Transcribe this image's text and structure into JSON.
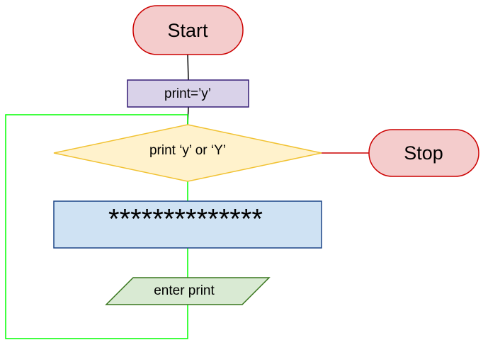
{
  "diagram": {
    "type": "flowchart",
    "nodes": {
      "start": {
        "label": "Start",
        "shape": "terminator",
        "fill": "#f4cccc",
        "stroke": "#cc0000"
      },
      "assign": {
        "label": "print=’y’",
        "shape": "process",
        "fill": "#d9d2e9",
        "stroke": "#351c75"
      },
      "decision": {
        "label": "print ‘y’ or ‘Y’",
        "shape": "decision",
        "fill": "#fff2cc",
        "stroke": "#f1c232"
      },
      "stars": {
        "label": "**************",
        "shape": "process",
        "fill": "#cfe2f3",
        "stroke": "#1c4587"
      },
      "input": {
        "label": "enter print",
        "shape": "data",
        "fill": "#d9ead3",
        "stroke": "#38761d"
      },
      "stop": {
        "label": "Stop",
        "shape": "terminator",
        "fill": "#f4cccc",
        "stroke": "#cc0000"
      }
    },
    "edges": [
      {
        "from": "start",
        "to": "assign",
        "color": "#000000"
      },
      {
        "from": "assign",
        "to": "decision",
        "color": "#000000"
      },
      {
        "from": "decision",
        "to": "stars",
        "color": "#00ff00"
      },
      {
        "from": "stars",
        "to": "input",
        "color": "#00ff00"
      },
      {
        "from": "input",
        "to": "decision",
        "color": "#00ff00",
        "kind": "loop-back"
      },
      {
        "from": "decision",
        "to": "stop",
        "color": "#cc0000"
      }
    ]
  }
}
